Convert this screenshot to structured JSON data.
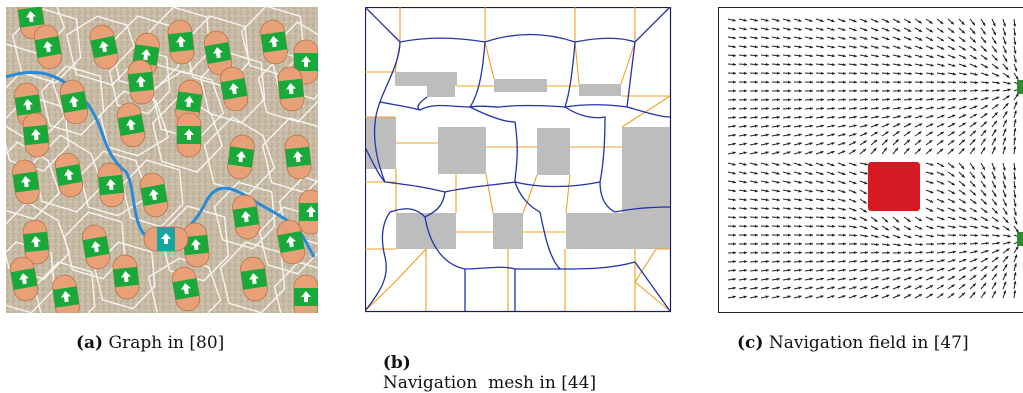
{
  "figure": {
    "panels": [
      {
        "id": "a",
        "label": "(a)",
        "text": "Graph in [80]"
      },
      {
        "id": "b",
        "label": "(b)",
        "text": "Navigation  mesh in [44]"
      },
      {
        "id": "c",
        "label": "(c)",
        "text": "Navigation field in [47]"
      }
    ]
  },
  "colors": {
    "agent_body": "#e8a077",
    "agent_band": "#19a83a",
    "agent_highlight": "#12a8a0",
    "path": "#2a8ad8",
    "cell_edges": "#ffffff",
    "floor": "#cbbfa8",
    "mesh_obstacle": "#bdbdbd",
    "mesh_edges_blue": "#2233aa",
    "mesh_edges_orange": "#f0a020",
    "field_obstacle": "#d61a24",
    "field_goal": "#2e8b2e",
    "field_arrows": "#222222"
  }
}
